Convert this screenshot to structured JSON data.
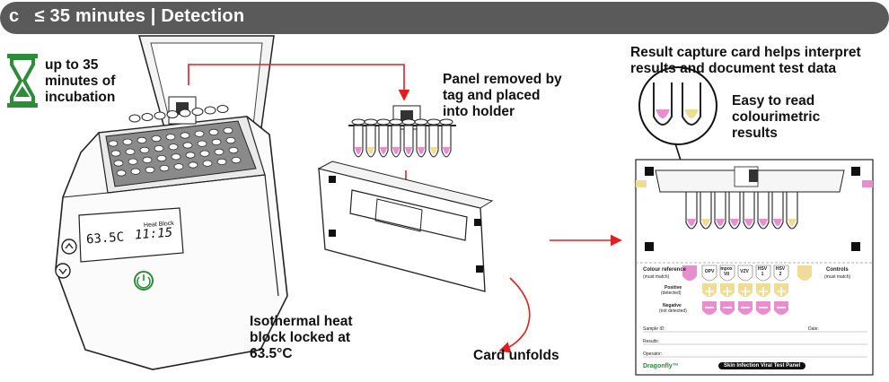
{
  "header": {
    "letter": "c",
    "title": "≤ 35 minutes | Detection"
  },
  "labels": {
    "incubation": [
      "up to 35",
      "minutes of",
      "incubation"
    ],
    "panel_removed": [
      "Panel removed by",
      "tag and placed",
      "into holder"
    ],
    "result_card": [
      "Result capture card helps interpret",
      "results and document test data"
    ],
    "easy_read": [
      "Easy to read",
      "colourimetric",
      "results"
    ],
    "isothermal": [
      "Isothermal heat",
      "block locked at",
      "63.5°C"
    ],
    "card_unfolds": "Card unfolds"
  },
  "heat_block": {
    "label": "Heat Block",
    "temp": "63.5C",
    "time": "11:15"
  },
  "card": {
    "colour_reference": "Colour reference",
    "must_match": "(must match)",
    "controls": "Controls",
    "controls_sub": "(must match)",
    "targets": [
      "OPV",
      "mpox\nVII",
      "VZV",
      "HSV\n1",
      "HSV\n2"
    ],
    "positive": "Positive",
    "positive_sub": "(detected)",
    "negative": "Negative",
    "negative_sub": "(not detected)",
    "sample_id": "Sample ID:",
    "date": "Date:",
    "results": "Results:",
    "operator": "Operator:",
    "brand": "Dragonfly™",
    "panel_name": "Skin Infection Viral Test Panel"
  },
  "colors": {
    "banner": "#5a5a5a",
    "arrow": "#e02020",
    "hourglass": "#2e8b3a",
    "pink": "#e58fcf",
    "yellow": "#efdc97"
  }
}
